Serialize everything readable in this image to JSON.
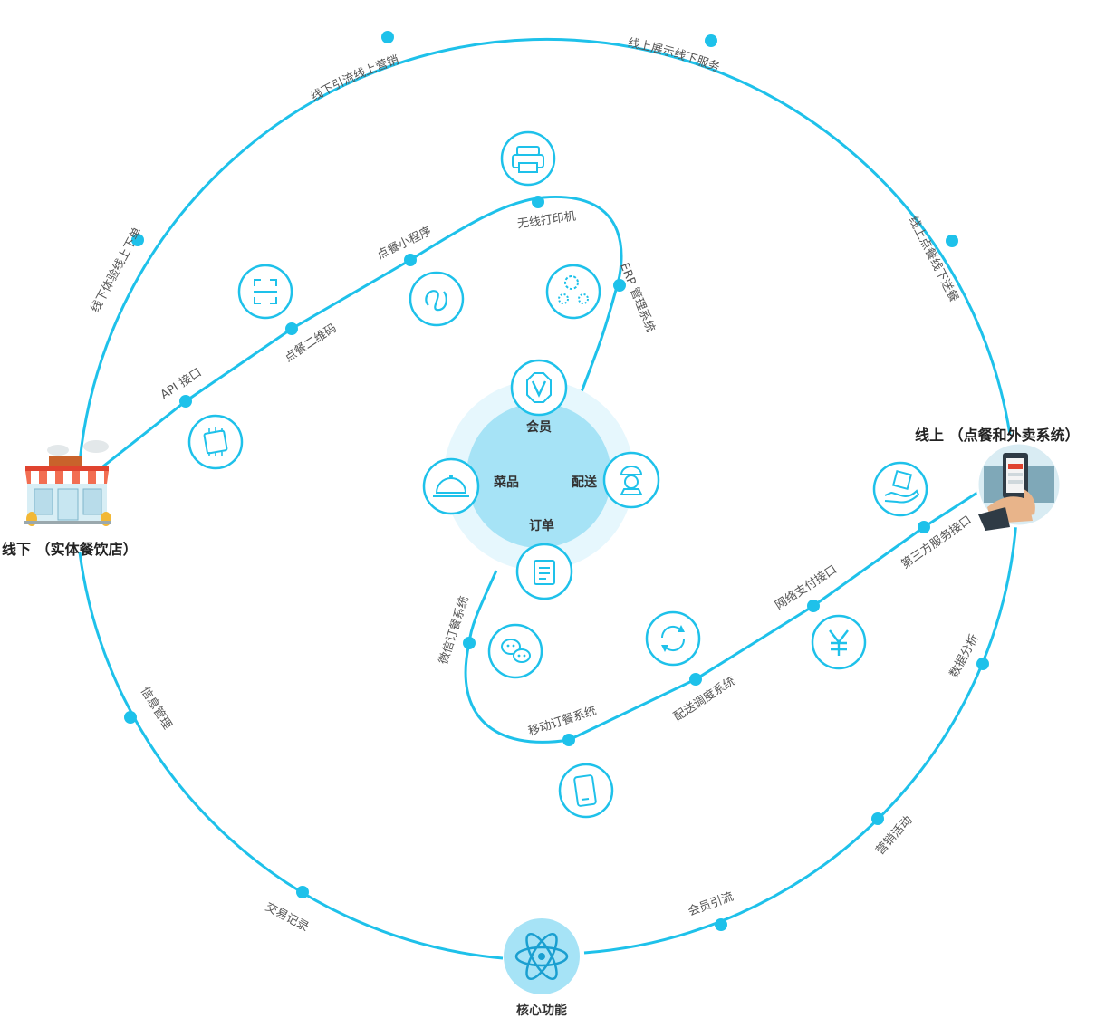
{
  "endpoints": {
    "offline": "线下 （实体餐饮店）",
    "online": "线上 （点餐和外卖系统）",
    "core_function": "核心功能"
  },
  "center": {
    "member": "会员",
    "dishes": "菜品",
    "delivery": "配送",
    "order": "订单"
  },
  "outer_ring": {
    "offline_drain_online_marketing": "线下引流线上营销",
    "online_display_offline_service": "线上展示线下服务",
    "offline_experience_online_order": "线下体验线上下单",
    "online_order_offline_delivery": "线上点餐线下送餐",
    "info_management": "信息管理",
    "data_analysis": "数据分析",
    "transaction_records": "交易记录",
    "marketing_activities": "营销活动",
    "member_traffic": "会员引流"
  },
  "upper_path": {
    "api": "API 接口",
    "qr_code": "点餐二维码",
    "mini_program": "点餐小程序",
    "wireless_printer": "无线打印机",
    "erp": "ERP 管理系统"
  },
  "lower_path": {
    "wechat_order": "微信订餐系统",
    "mobile_order": "移动订餐系统",
    "dispatch": "配送调度系统",
    "payment_api": "网络支付接口",
    "third_party_api": "第三方服务接口"
  },
  "icons": {
    "printer": "printer-icon",
    "scan": "scan-icon",
    "mini_program": "mini-program-icon",
    "gears": "gears-icon",
    "api_chip": "api-chip-icon",
    "vip": "vip-icon",
    "cloche": "cloche-icon",
    "courier": "courier-icon",
    "document": "document-icon",
    "wechat": "wechat-icon",
    "refresh": "refresh-icon",
    "yuan": "yuan-icon",
    "hand_box": "hand-box-icon",
    "phone": "phone-icon",
    "atom": "atom-icon",
    "store": "store-icon",
    "phone_hand": "online-phone-hand-icon"
  },
  "colors": {
    "accent": "#1ec1ea",
    "core_light": "#e6f7fd",
    "core_mid": "#b3e9f8",
    "core_inner": "#a6e3f6"
  }
}
